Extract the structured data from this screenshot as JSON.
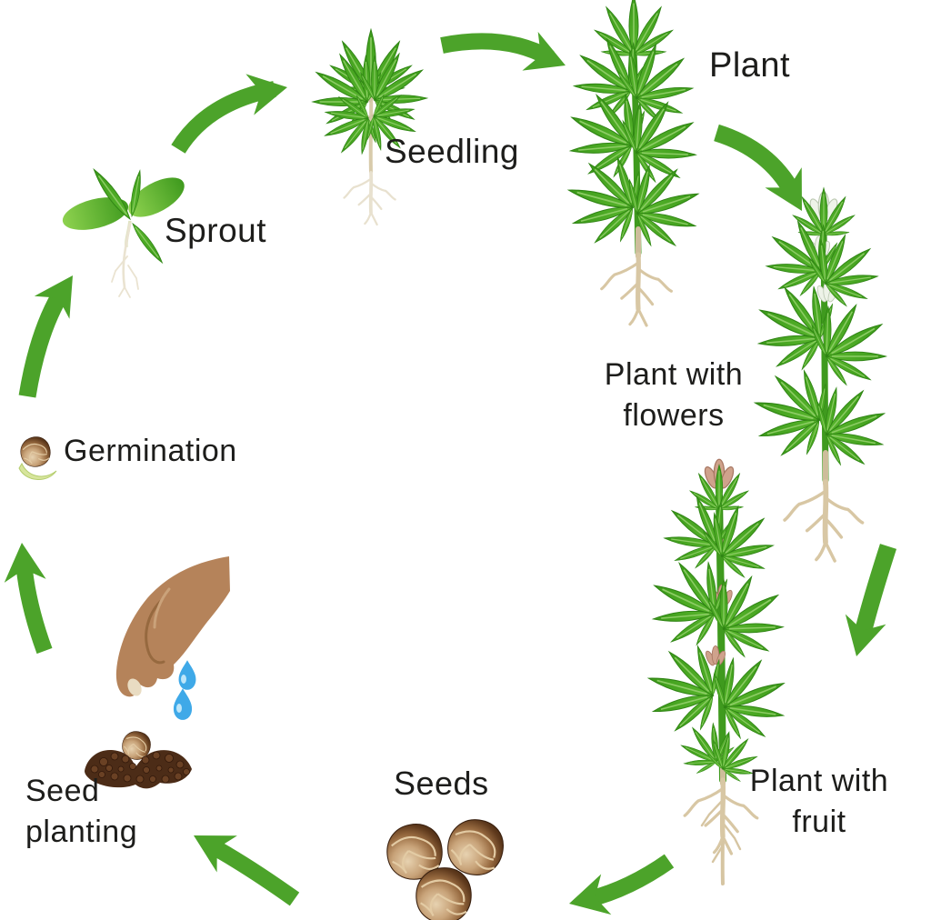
{
  "diagram_type": "plant-life-cycle",
  "stages": [
    {
      "name": "germination",
      "label": "Germination"
    },
    {
      "name": "sprout",
      "label": "Sprout"
    },
    {
      "name": "seedling",
      "label": "Seedling"
    },
    {
      "name": "plant",
      "label": "Plant"
    },
    {
      "name": "plant_with_flowers",
      "label": "Plant with flowers"
    },
    {
      "name": "plant_with_fruit",
      "label": "Plant with fruit"
    },
    {
      "name": "seeds",
      "label": "Seeds"
    },
    {
      "name": "seed_planting",
      "label": "Seed planting"
    }
  ],
  "colors": {
    "background": "#ffffff",
    "arrow_green": "#4ca32a",
    "leaf_green": "#4caa24",
    "stem_green": "#3f9a1e",
    "root_tan": "#d6c5a2",
    "root_white": "#e8e1cf",
    "seed_brown": "#6b4226",
    "soil_brown": "#4c2c17",
    "hand_tan": "#b5835a",
    "water_blue": "#3fa9e8",
    "flower_white": "#eef3e8",
    "fruit_bud": "#cfa28c",
    "label_color": "#1d1d1b"
  }
}
